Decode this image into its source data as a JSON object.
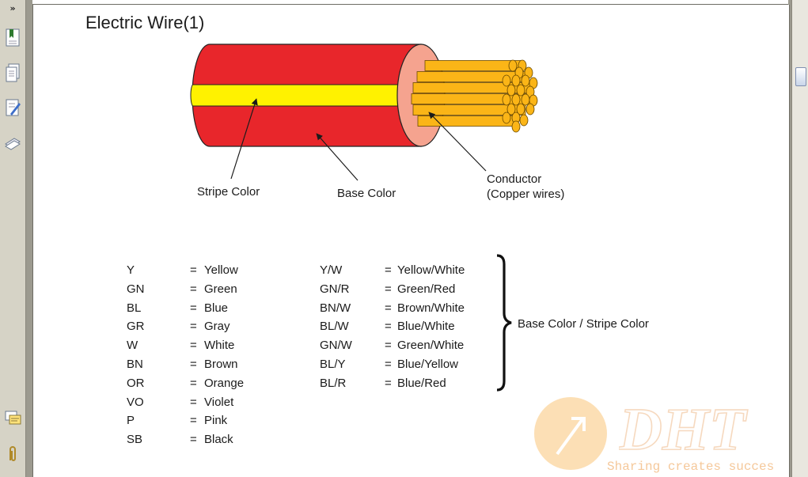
{
  "sidebar": {
    "toggle_label": "»",
    "buttons": [
      {
        "name": "bookmarks-icon"
      },
      {
        "name": "pages-icon"
      },
      {
        "name": "signatures-icon"
      },
      {
        "name": "layers-icon"
      },
      {
        "name": "comments-icon"
      },
      {
        "name": "attachments-icon"
      }
    ]
  },
  "document": {
    "title": "Electric Wire(1)",
    "diagram": {
      "base_color": "#e8262b",
      "stripe_color": "#fff200",
      "conductor_color": "#fbb517",
      "insulation_end_color": "#f5a38f",
      "labels": {
        "stripe": "Stripe Color",
        "base": "Base Color",
        "conductor_line1": "Conductor",
        "conductor_line2": "(Copper wires)"
      }
    },
    "legend": {
      "single": [
        {
          "code": "Y",
          "eq": "=",
          "name": "Yellow"
        },
        {
          "code": "GN",
          "eq": "=",
          "name": "Green"
        },
        {
          "code": "BL",
          "eq": "=",
          "name": "Blue"
        },
        {
          "code": "GR",
          "eq": "=",
          "name": "Gray"
        },
        {
          "code": "W",
          "eq": "=",
          "name": "White"
        },
        {
          "code": "BN",
          "eq": "=",
          "name": "Brown"
        },
        {
          "code": "OR",
          "eq": "=",
          "name": "Orange"
        },
        {
          "code": "VO",
          "eq": "=",
          "name": "Violet"
        },
        {
          "code": "P",
          "eq": "=",
          "name": "Pink"
        },
        {
          "code": "SB",
          "eq": "=",
          "name": "Black"
        }
      ],
      "combo": [
        {
          "code": "Y/W",
          "eq": "=",
          "name": "Yellow/White"
        },
        {
          "code": "GN/R",
          "eq": "=",
          "name": "Green/Red"
        },
        {
          "code": "BN/W",
          "eq": "=",
          "name": "Brown/White"
        },
        {
          "code": "BL/W",
          "eq": "=",
          "name": "Blue/White"
        },
        {
          "code": "GN/W",
          "eq": "=",
          "name": "Green/White"
        },
        {
          "code": "BL/Y",
          "eq": "=",
          "name": "Blue/Yellow"
        },
        {
          "code": "BL/R",
          "eq": "=",
          "name": "Blue/Red"
        }
      ],
      "bracket_label": "Base Color / Stripe Color"
    }
  },
  "watermark": {
    "brand": "DHT",
    "tagline": "Sharing creates succes"
  }
}
